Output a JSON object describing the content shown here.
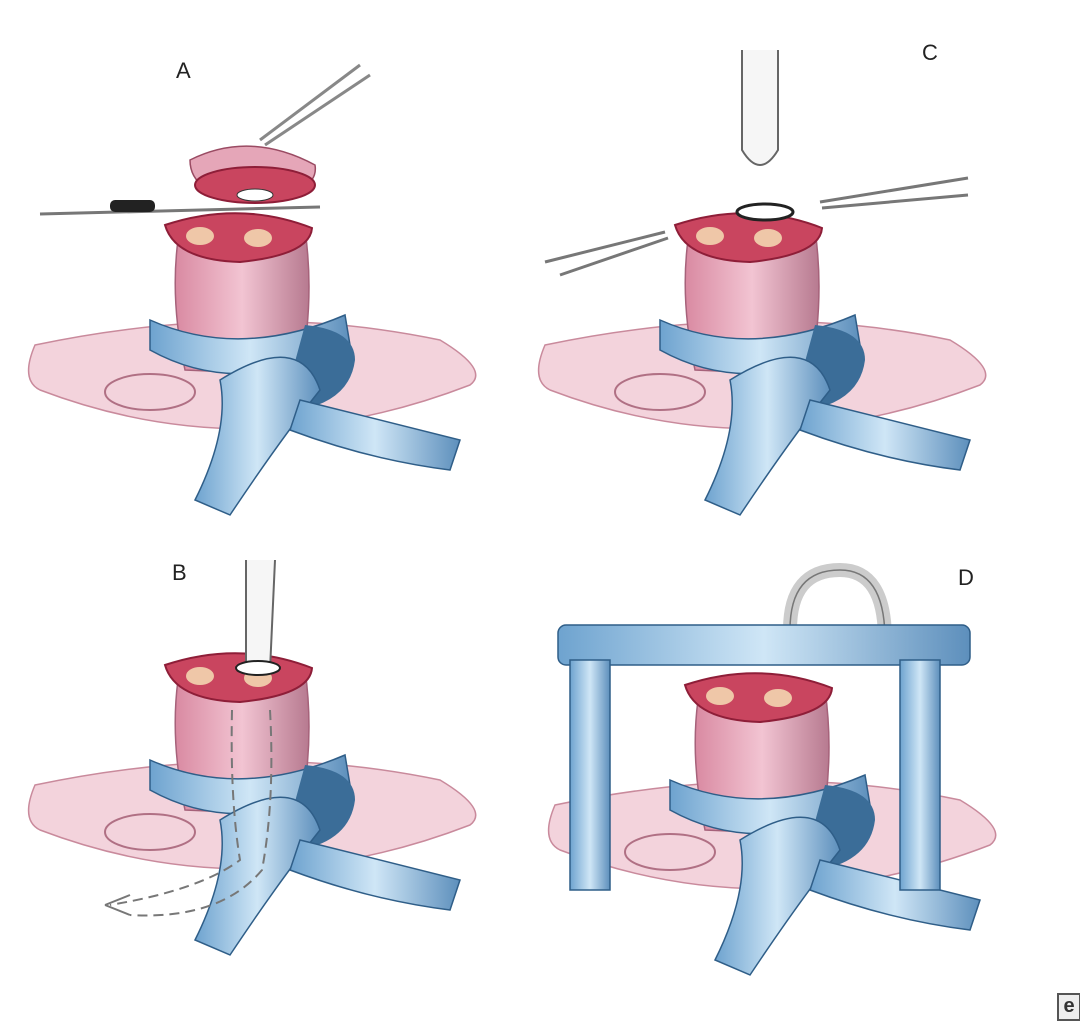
{
  "panels": [
    {
      "label": "A"
    },
    {
      "label": "B"
    },
    {
      "label": "C"
    },
    {
      "label": "D"
    }
  ],
  "logo": "e",
  "colors": {
    "tissue": "#e6a4b8",
    "cut": "#b8304f",
    "band": "#9cc8e6",
    "band_dark": "#3f6f9a",
    "surface": "#f2cfd9"
  }
}
